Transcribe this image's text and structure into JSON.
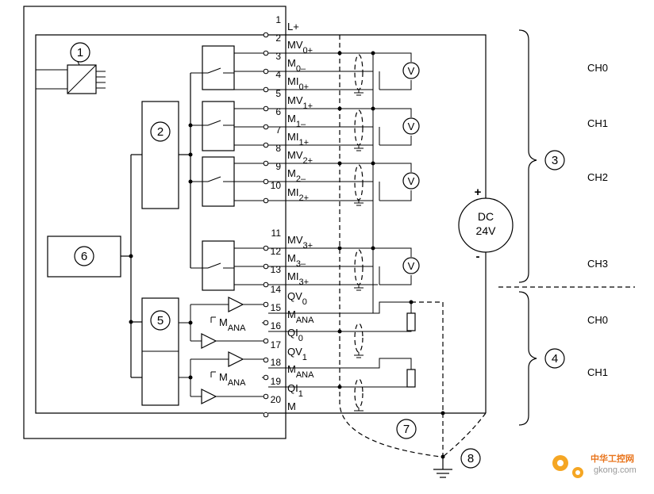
{
  "terminals": [
    {
      "num": "1",
      "main": "L+",
      "sub": ""
    },
    {
      "num": "2",
      "main": "MV",
      "sub": "0+"
    },
    {
      "num": "3",
      "main": "M",
      "sub": "0–"
    },
    {
      "num": "4",
      "main": "MI",
      "sub": "0+"
    },
    {
      "num": "5",
      "main": "MV",
      "sub": "1+"
    },
    {
      "num": "6",
      "main": "M",
      "sub": "1–"
    },
    {
      "num": "7",
      "main": "MI",
      "sub": "1+"
    },
    {
      "num": "8",
      "main": "MV",
      "sub": "2+"
    },
    {
      "num": "9",
      "main": "M",
      "sub": "2–"
    },
    {
      "num": "10",
      "main": "MI",
      "sub": "2+"
    },
    {
      "num": "11",
      "main": "MV",
      "sub": "3+"
    },
    {
      "num": "12",
      "main": "M",
      "sub": "3–"
    },
    {
      "num": "13",
      "main": "MI",
      "sub": "3+"
    },
    {
      "num": "14",
      "main": "QV",
      "sub": "0"
    },
    {
      "num": "15",
      "main": "M",
      "sub": "ANA"
    },
    {
      "num": "16",
      "main": "QI",
      "sub": "0"
    },
    {
      "num": "17",
      "main": "QV",
      "sub": "1"
    },
    {
      "num": "18",
      "main": "M",
      "sub": "ANA"
    },
    {
      "num": "19",
      "main": "QI",
      "sub": "1"
    },
    {
      "num": "20",
      "main": "M",
      "sub": ""
    }
  ],
  "callouts": [
    "1",
    "2",
    "3",
    "4",
    "5",
    "6",
    "7",
    "8"
  ],
  "channels_input": [
    "CH0",
    "CH1",
    "CH2",
    "CH3"
  ],
  "channels_output": [
    "CH0",
    "CH1"
  ],
  "voltmeter_symbol": "V",
  "supply": {
    "line1": "DC",
    "line2": "24V",
    "plus": "+",
    "minus": "-"
  },
  "internal_ground_label": {
    "main": "M",
    "sub": "ANA"
  },
  "watermark": {
    "text_cn": "中华工控网",
    "url": "gkong.com"
  }
}
